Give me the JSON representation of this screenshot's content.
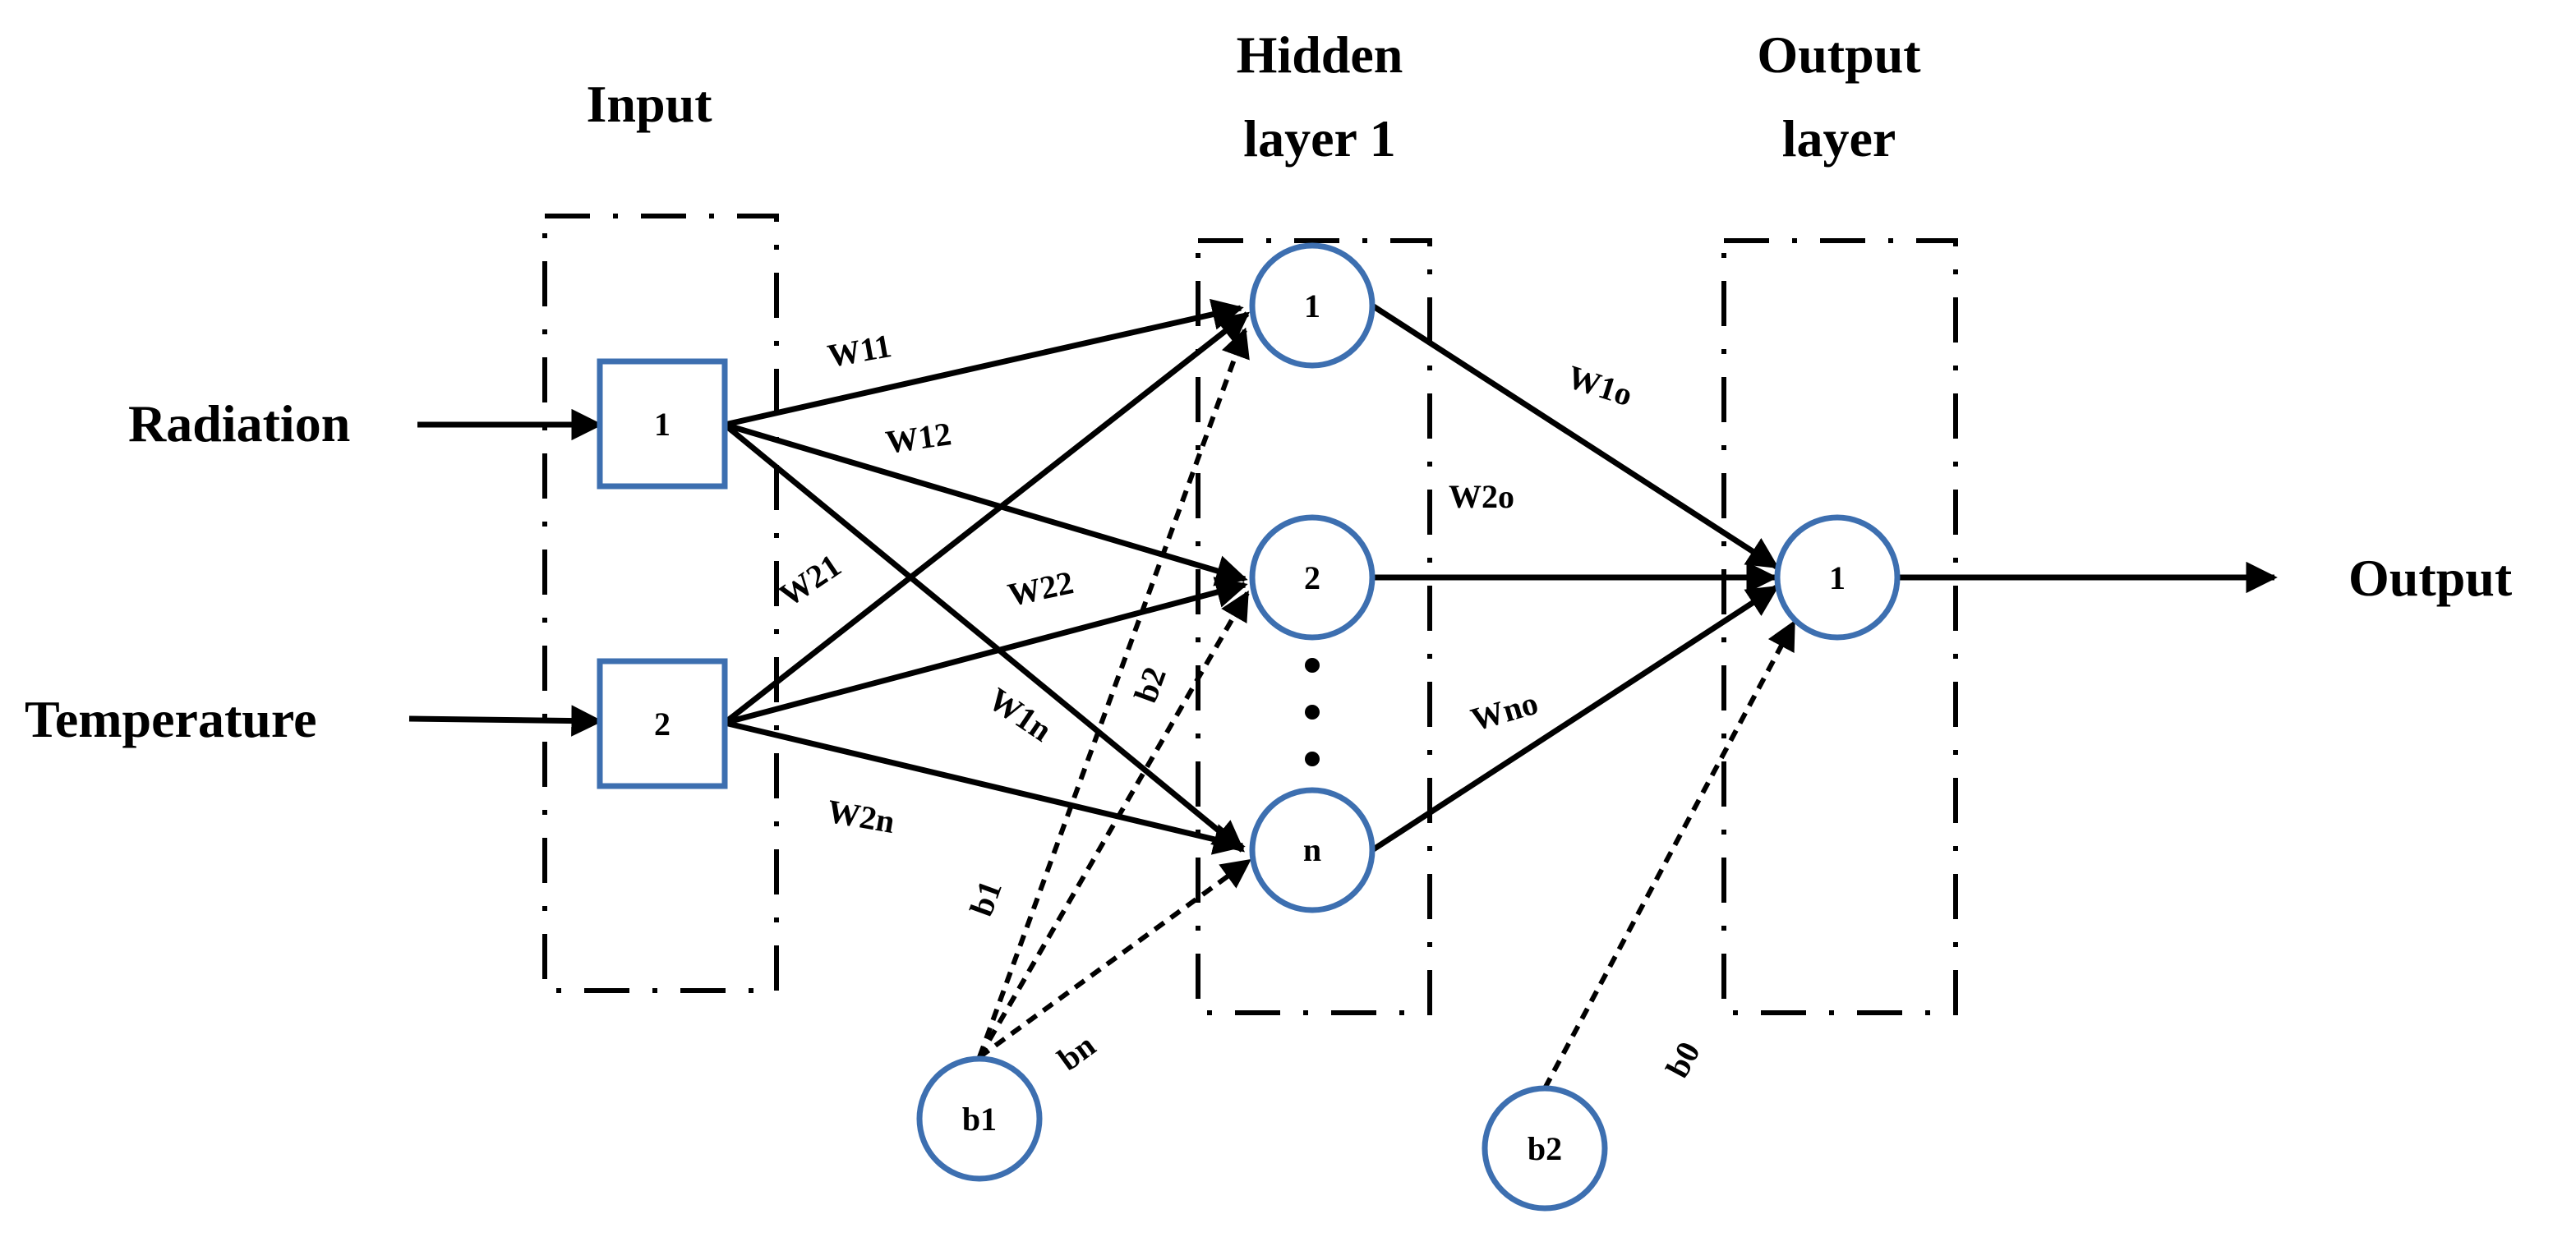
{
  "layers": {
    "input": {
      "heading": [
        "Input"
      ]
    },
    "hidden": {
      "heading": [
        "Hidden",
        "layer 1"
      ]
    },
    "output": {
      "heading": [
        "Output",
        "layer"
      ]
    }
  },
  "inputs": [
    {
      "label": "Radiation",
      "node": "1"
    },
    {
      "label": "Temperature",
      "node": "2"
    }
  ],
  "hidden_nodes": [
    "1",
    "2",
    "n"
  ],
  "output_node": "1",
  "output_label": "Output",
  "bias_nodes": [
    "b1",
    "b2"
  ],
  "weights": {
    "w11": "W11",
    "w12": "W12",
    "w21": "W21",
    "w22": "W22",
    "w1n": "W1n",
    "w2n": "W2n",
    "w1o": "W1o",
    "w2o": "W2o",
    "wno": "Wno"
  },
  "bias_weights": {
    "b1": "b1",
    "b2": "b2",
    "bn": "bn",
    "b0": "b0"
  },
  "colors": {
    "node_stroke": "#3d6fb0",
    "line": "#000000"
  }
}
